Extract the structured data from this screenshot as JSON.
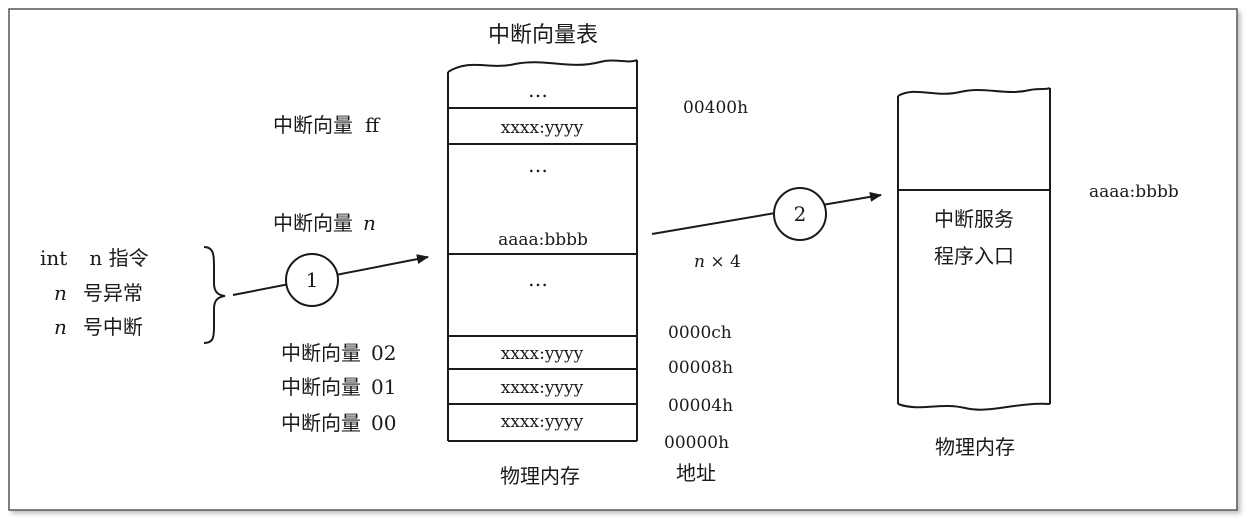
{
  "vector_table": {
    "title": "中断向量表",
    "footer": "物理内存",
    "address_header": "地址",
    "ellipsis": "…",
    "entry_value": "xxxx:yyyy",
    "target_entry_value": "aaaa:bbbb",
    "rows": {
      "ff": {
        "label": "中断向量",
        "index": "ff",
        "value": "xxxx:yyyy",
        "address": "00400h"
      },
      "n": {
        "label": "中断向量",
        "index": "n",
        "value": "aaaa:bbbb",
        "address": "n × 4"
      },
      "r02": {
        "label": "中断向量",
        "index": "02",
        "value": "xxxx:yyyy",
        "address": "0000ch"
      },
      "r01": {
        "label": "中断向量",
        "index": "01",
        "value": "xxxx:yyyy",
        "address": "00008h"
      },
      "r00": {
        "label": "中断向量",
        "index": "00",
        "value": "xxxx:yyyy",
        "address": "00004h"
      }
    },
    "base_address": "00000h"
  },
  "sources": {
    "int_line_a": "int",
    "int_line_b": "n 指令",
    "exception_n": "n",
    "exception_text": "号异常",
    "interrupt_n": "n",
    "interrupt_text": "号中断"
  },
  "steps": {
    "one": "1",
    "two": "2"
  },
  "memory": {
    "entry_line1": "中断服务",
    "entry_line2": "程序入口",
    "entry_address": "aaaa:bbbb",
    "footer": "物理内存"
  },
  "colors": {
    "line": "#1a1a1a",
    "frame": "#555555",
    "background": "#ffffff"
  }
}
